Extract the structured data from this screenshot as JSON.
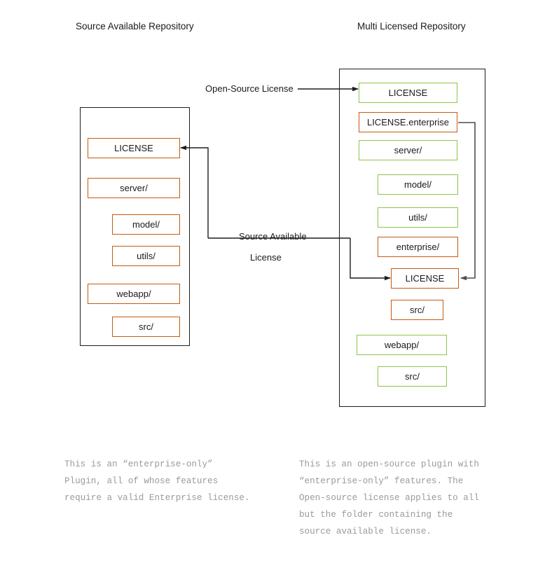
{
  "headings": {
    "left": "Source Available Repository",
    "right": "Multi Licensed Repository"
  },
  "colors": {
    "orange": "#c55a11",
    "green": "#8ec449",
    "panel_border": "#1d1d1d",
    "caption_text": "#9a9a9a",
    "arrow": "#1d1d1d",
    "arrow_gray": "#6b6b6b"
  },
  "left_repo": {
    "nodes": [
      {
        "label": "LICENSE",
        "color": "orange",
        "indent": 0
      },
      {
        "label": "server/",
        "color": "orange",
        "indent": 0
      },
      {
        "label": "model/",
        "color": "orange",
        "indent": 1
      },
      {
        "label": "utils/",
        "color": "orange",
        "indent": 1
      },
      {
        "label": "webapp/",
        "color": "orange",
        "indent": 0
      },
      {
        "label": "src/",
        "color": "orange",
        "indent": 1
      }
    ]
  },
  "right_repo": {
    "nodes": [
      {
        "label": "LICENSE",
        "color": "green",
        "indent": 0
      },
      {
        "label": "LICENSE.enterprise",
        "color": "orange",
        "indent": 0
      },
      {
        "label": "server/",
        "color": "green",
        "indent": 0
      },
      {
        "label": "model/",
        "color": "green",
        "indent": 1
      },
      {
        "label": "utils/",
        "color": "green",
        "indent": 1
      },
      {
        "label": "enterprise/",
        "color": "orange",
        "indent": 1
      },
      {
        "label": "LICENSE",
        "color": "orange",
        "indent": 2
      },
      {
        "label": "src/",
        "color": "orange",
        "indent": 2
      },
      {
        "label": "webapp/",
        "color": "green",
        "indent": 0
      },
      {
        "label": "src/",
        "color": "green",
        "indent": 1
      }
    ]
  },
  "edge_labels": {
    "open_source": "Open-Source License",
    "source_available_line1": "Source Available",
    "source_available_line2": "License"
  },
  "captions": {
    "left": "This is an “enterprise-only”\nPlugin, all of whose features\nrequire a valid Enterprise license.",
    "right": "This is an open-source plugin with\n“enterprise-only” features. The\nOpen-source license applies to all\nbut the folder containing the\nsource available license."
  }
}
